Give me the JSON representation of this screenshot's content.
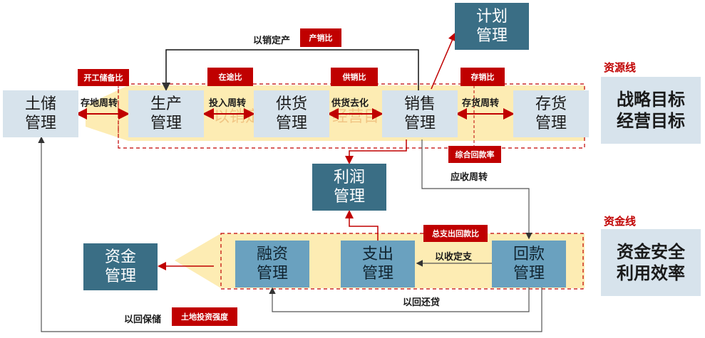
{
  "section_labels": {
    "resource_line": "资源线",
    "capital_line": "资金线"
  },
  "goal_panels": {
    "resource": [
      "战略目标",
      "经营目标"
    ],
    "capital": [
      "资金安全",
      "利用效率"
    ]
  },
  "nodes": {
    "land": [
      "土储",
      "管理"
    ],
    "production": [
      "生产",
      "管理"
    ],
    "supply": [
      "供货",
      "管理"
    ],
    "sales": [
      "销售",
      "管理"
    ],
    "inventory": [
      "存货",
      "管理"
    ],
    "plan": [
      "计划",
      "管理"
    ],
    "profit": [
      "利润",
      "管理"
    ],
    "funds": [
      "资金",
      "管理"
    ],
    "financing": [
      "融资",
      "管理"
    ],
    "expense": [
      "支出",
      "管理"
    ],
    "collection": [
      "回款",
      "管理"
    ]
  },
  "red_tags": {
    "prod_sales": "产销比",
    "start_reserve": "开工储备比",
    "in_progress": "在途比",
    "supply_sales": "供销比",
    "stock_sales": "存销比",
    "total_collection": "综合回款率",
    "expense_collection": "总支出回款比",
    "land_investment": "土地投资强度"
  },
  "flow_labels": {
    "sales_to_production": "以销定产",
    "land_turnover": "存地周转",
    "input_turnover": "投入周转",
    "supply_destock": "供货去化",
    "inventory_turnover": "存货周转",
    "receivable_turnover": "应收周转",
    "collection_to_expense": "以收定支",
    "repay_by_collection": "以回还贷",
    "guarantee_by_collection": "以回保储"
  },
  "watermarks": {
    "upper": "以销定产",
    "middle": "经营目"
  },
  "colors": {
    "accent_red": "#c00000",
    "band_yellow": "#fde9a6",
    "dark_box": "#3a6e85",
    "mid_box": "#6aa1bf",
    "light_box": "#d7e3ec"
  }
}
